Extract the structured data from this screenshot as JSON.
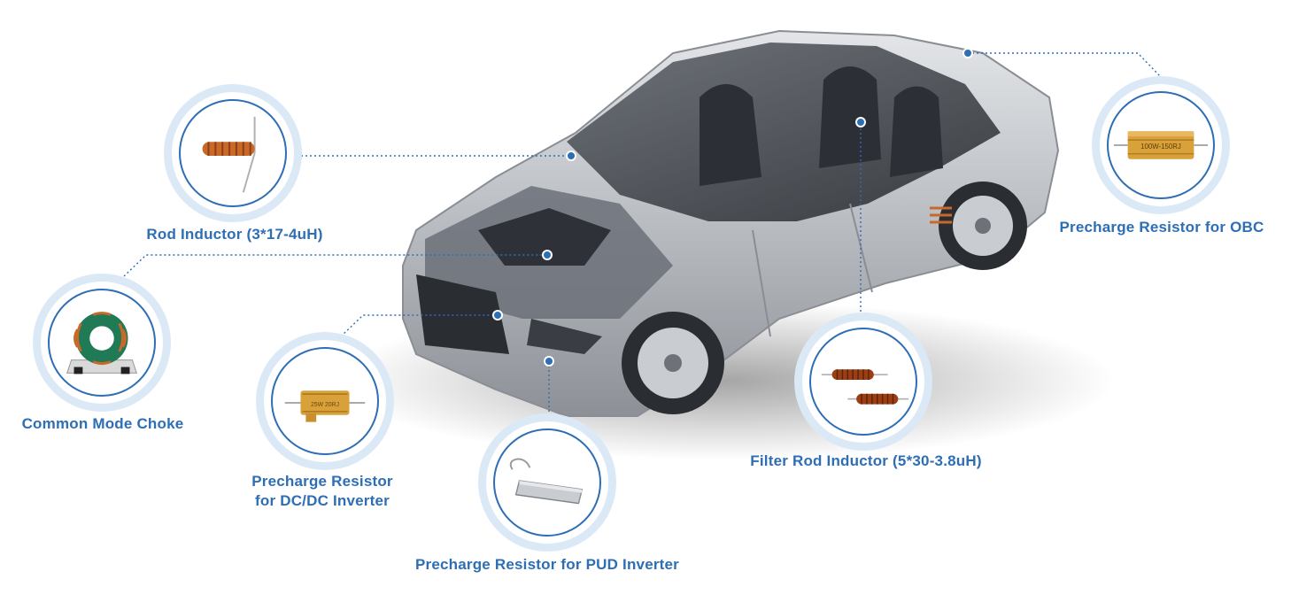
{
  "labels": {
    "rod_inductor": "Rod Inductor (3*17-4uH)",
    "common_mode_choke": "Common Mode Choke",
    "precharge_dcdc_line1": "Precharge Resistor",
    "precharge_dcdc_line2": "for DC/DC Inverter",
    "precharge_pud": "Precharge Resistor for PUD Inverter",
    "filter_rod_inductor": "Filter Rod Inductor (5*30-3.8uH)",
    "precharge_obc": "Precharge Resistor for OBC"
  },
  "part_markings": {
    "obc_resistor": "100W-150RJ",
    "dcdc_resistor": "25W 20RJ"
  },
  "colors": {
    "accent": "#2d6eb5",
    "halo": "#dbe9f7",
    "copper": "#c8692a",
    "gold": "#d9a13a",
    "car_body": "#bfc3c8"
  },
  "icons": {
    "car": "car-cutaway-icon",
    "pointer": "dot-marker-icon"
  }
}
